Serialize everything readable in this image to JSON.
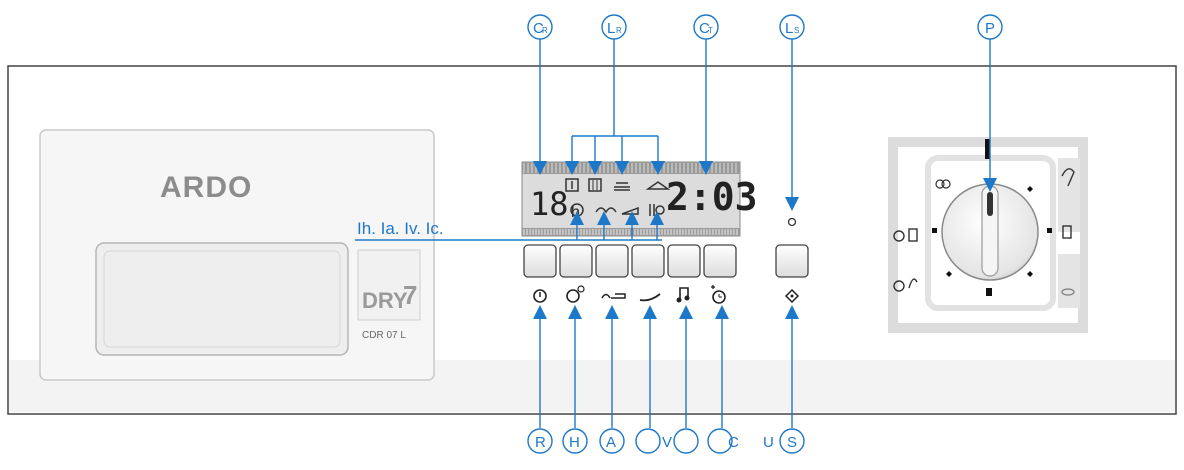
{
  "callouts_top": {
    "cr": {
      "main": "C",
      "sub": "R"
    },
    "lr": {
      "main": "L",
      "sub": "R"
    },
    "ct": {
      "main": "C",
      "sub": "T"
    },
    "ls": {
      "main": "L",
      "sub": "S"
    },
    "p": {
      "main": "P",
      "sub": ""
    }
  },
  "callouts_bottom": {
    "r": "R",
    "h": "H",
    "a": "A",
    "v": "V",
    "c": "C",
    "u": "U",
    "s": "S"
  },
  "indicator_label": "Ih. Ia. Iv. Ic.",
  "brand": {
    "logo_text": "ARDO",
    "dry_badge": "DRY",
    "dry_number": "7",
    "badge_caption": "CDR 07 L"
  },
  "display": {
    "hours": "18",
    "hours_unit": "h",
    "time": "2:03"
  },
  "icons": {
    "tab_icons": [
      "cotton-tab-icon",
      "synthetic-tab-icon",
      "iron-tab-icon",
      "hanger-tab-icon"
    ],
    "indicator_icons": [
      "humidity-indicator-icon",
      "anticrease-indicator-icon",
      "ventilation-indicator-icon",
      "cooling-indicator-icon"
    ],
    "button_icons": [
      "reset-icon",
      "humidity-button-icon",
      "anticrease-button-icon",
      "ventilation-button-icon",
      "music-note-icon",
      "timer-icon"
    ],
    "start_icon": "start-diamond-icon"
  },
  "colors": {
    "accent": "#1e78c8",
    "panel": "#ffffff",
    "outline": "#555555",
    "lcd": "#d8d8d8",
    "grey_area": "#e6e6e6"
  }
}
